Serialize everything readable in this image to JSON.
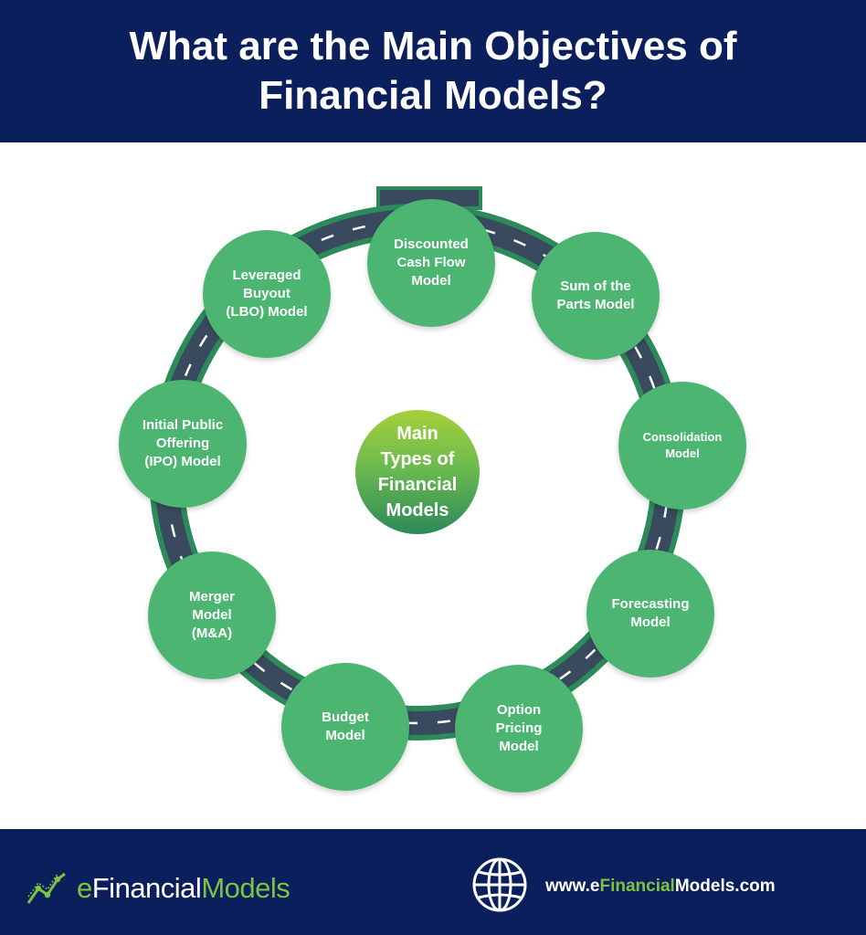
{
  "header": {
    "title": "What are the Main  Objectives of\nFinancial Models?"
  },
  "diagram": {
    "center_label": "Main\nTypes of\nFinancial\nModels",
    "nodes": [
      {
        "label": "Discounted\nCash Flow\nModel"
      },
      {
        "label": "Sum of the\nParts Model"
      },
      {
        "label": "Consolidation\nModel"
      },
      {
        "label": "Forecasting\nModel"
      },
      {
        "label": "Option\nPricing\nModel"
      },
      {
        "label": "Budget\nModel"
      },
      {
        "label": "Merger\nModel\n(M&A)"
      },
      {
        "label": "Initial Public\nOffering\n(IPO) Model"
      },
      {
        "label": "Leveraged\nBuyout\n(LBO) Model"
      }
    ]
  },
  "footer": {
    "logo_e": "e",
    "logo_financial": "Financial",
    "logo_models": "Models",
    "url_prefix": "www.e",
    "url_accent": "Financial",
    "url_suffix": "Models.com"
  },
  "colors": {
    "navy": "#0b1f5c",
    "node_green": "#4cb571",
    "accent_green": "#7dc242",
    "road_outer": "#2d8a5a",
    "road_inner": "#3a4a5e"
  },
  "icons": [
    "trend-line-logo-icon",
    "globe-icon"
  ]
}
